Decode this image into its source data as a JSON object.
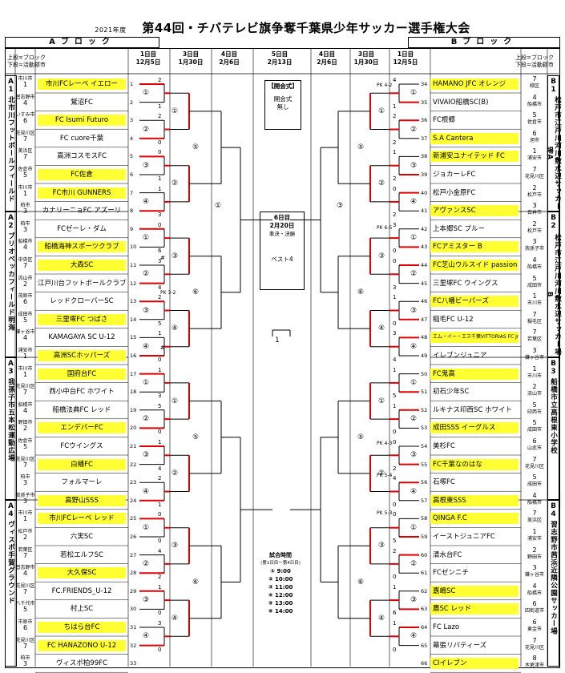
{
  "header": {
    "year": "2021年度",
    "title": "第44回・チバテレビ旗争奪千葉県少年サッカー選手権大会",
    "block_a": "Aブロック",
    "block_b": "Bブロック",
    "legend_left": [
      "上段=ブロック",
      "下段=活動郡市"
    ],
    "legend_right": [
      "上段=ブロック",
      "下段=活動郡市"
    ]
  },
  "rounds": {
    "r1": [
      "1日目",
      "12月5日"
    ],
    "r3": [
      "3日目",
      "1月30日"
    ],
    "r4": [
      "4日目",
      "2月6日"
    ],
    "r5": [
      "5日目",
      "2月13日"
    ]
  },
  "center": {
    "ceremony_box_top": "【開会式】",
    "ceremony_label": "開会式",
    "ceremony_value": "無し",
    "final_day": "6日目",
    "final_date": "2月20日",
    "final_desc": "準決・決勝",
    "best4": "ベスト4",
    "time_header": "試合時間",
    "time_sub": "(第1日目〜第4日目)",
    "times": [
      "① 9:00",
      "② 10:00",
      "③ 11:00",
      "④ 12:00",
      "⑤ 13:00",
      "⑥ 14:00"
    ]
  },
  "blocks_left": [
    {
      "id": "A\n1",
      "venue": "北市川フットボールフィールド"
    },
    {
      "id": "A\n2",
      "venue": "ブリオベッカフィールド明海"
    },
    {
      "id": "A\n3",
      "venue": "我孫子市五本松運動広場"
    },
    {
      "id": "A\n4",
      "venue": "ヴィスポ手賀グラウンド"
    }
  ],
  "blocks_right": [
    {
      "id": "B\n1",
      "venue": "松戸市江戸川河川敷水辺サッカー場A"
    },
    {
      "id": "B\n2",
      "venue": "松戸市江戸川河川敷水辺サッカー場B"
    },
    {
      "id": "B\n3",
      "venue": "船橋市立高根東小学校"
    },
    {
      "id": "B\n4",
      "venue": "習志野市茜浜近隣公園サッカー場"
    }
  ],
  "teams_left": [
    {
      "no": 1,
      "name": "市川FCレーベ イエロー",
      "hl": true,
      "blk": "1",
      "city": "市川市"
    },
    {
      "no": 2,
      "name": "鷲沼FC",
      "hl": false,
      "blk": "4",
      "city": "習志野市"
    },
    {
      "no": 3,
      "name": "FC Isumi Futuro",
      "hl": true,
      "blk": "6",
      "city": "いすみ市"
    },
    {
      "no": 4,
      "name": "FC cuore千葉",
      "hl": false,
      "blk": "7",
      "city": "花見川区"
    },
    {
      "no": 5,
      "name": "高洲コスモスFC",
      "hl": false,
      "blk": "7",
      "city": "美浜区"
    },
    {
      "no": 6,
      "name": "FC佐倉",
      "hl": true,
      "blk": "5",
      "city": "佐倉市"
    },
    {
      "no": 7,
      "name": "FC市川 GUNNERS",
      "hl": true,
      "blk": "1",
      "city": "市川市"
    },
    {
      "no": 8,
      "name": "カナリーニョFC アズーリ",
      "hl": false,
      "blk": "3",
      "city": "柏市"
    },
    {
      "no": 9,
      "name": "FCゼーレ・ダム",
      "hl": false,
      "blk": "3",
      "city": "柏市"
    },
    {
      "no": 10,
      "name": "船橋海神スポーツクラブ",
      "hl": true,
      "blk": "4",
      "city": "船橋市"
    },
    {
      "no": 11,
      "name": "大森SC",
      "hl": true,
      "blk": "7",
      "city": "中央区"
    },
    {
      "no": 12,
      "name": "江戸川台フットボールクラブ",
      "hl": false,
      "blk": "2",
      "city": "流山市"
    },
    {
      "no": 13,
      "name": "レッドクローバーSC",
      "hl": false,
      "blk": "6",
      "city": "茂原市"
    },
    {
      "no": 14,
      "name": "三里塚FC つばさ",
      "hl": true,
      "blk": "5",
      "city": "成田市"
    },
    {
      "no": 15,
      "name": "KAMAGAYA SC U-12",
      "hl": false,
      "blk": "4",
      "city": "鎌ヶ谷市"
    },
    {
      "no": 16,
      "name": "高洲SCホッパーズ",
      "hl": true,
      "blk": "1",
      "city": "浦安市"
    },
    {
      "no": 17,
      "name": "国府台FC",
      "hl": true,
      "blk": "1",
      "city": "市川市"
    },
    {
      "no": 18,
      "name": "西小中台FC ホワイト",
      "hl": false,
      "blk": "7",
      "city": "花見川区"
    },
    {
      "no": 19,
      "name": "船橋法典FC レッド",
      "hl": false,
      "blk": "4",
      "city": "船橋市"
    },
    {
      "no": 20,
      "name": "エンデバーFC",
      "hl": true,
      "blk": "2",
      "city": "野田市"
    },
    {
      "no": 21,
      "name": "FCウイングス",
      "hl": false,
      "blk": "5",
      "city": "佐倉市"
    },
    {
      "no": 22,
      "name": "白幡FC",
      "hl": true,
      "blk": "7",
      "city": "花見川区"
    },
    {
      "no": 23,
      "name": "フォルマーレ",
      "hl": false,
      "blk": "3",
      "city": "柏市"
    },
    {
      "no": 24,
      "name": "高野山SSS",
      "hl": true,
      "blk": "3",
      "city": "我孫子市"
    },
    {
      "no": 25,
      "name": "市川FCレーベ レッド",
      "hl": true,
      "blk": "1",
      "city": "市川市"
    },
    {
      "no": 26,
      "name": "六実SC",
      "hl": false,
      "blk": "2",
      "city": "松戸市"
    },
    {
      "no": 27,
      "name": "若松エルフSC",
      "hl": false,
      "blk": "7",
      "city": "若葉区"
    },
    {
      "no": 28,
      "name": "大久保SC",
      "hl": true,
      "blk": "4",
      "city": "習志野市"
    },
    {
      "no": 29,
      "name": "FC.FRIENDS_U-12",
      "hl": false,
      "blk": "7",
      "city": "花見川区"
    },
    {
      "no": 30,
      "name": "村上SC",
      "hl": false,
      "blk": "5",
      "city": "八千代市"
    },
    {
      "no": 31,
      "name": "ちはら台FC",
      "hl": true,
      "blk": "6",
      "city": "市原市"
    },
    {
      "no": 32,
      "name": "FC HANAZONO U-12",
      "hl": true,
      "blk": "7",
      "city": "花見川区"
    },
    {
      "no": 33,
      "name": "ヴィスポ柏99FC",
      "hl": false,
      "blk": "3",
      "city": "柏市"
    }
  ],
  "teams_right": [
    {
      "no": 34,
      "name": "HAMANO JFC オレンジ",
      "hl": true,
      "blk": "7",
      "city": "緑区",
      "small": false
    },
    {
      "no": 35,
      "name": "VIVAIO船橋SC(B)",
      "hl": false,
      "blk": "4",
      "city": "船橋市",
      "small": false
    },
    {
      "no": 36,
      "name": "FC根郷",
      "hl": false,
      "blk": "5",
      "city": "佐倉市",
      "small": false
    },
    {
      "no": 37,
      "name": "S.A Cantera",
      "hl": true,
      "blk": "6",
      "city": "旭市",
      "small": false
    },
    {
      "no": 38,
      "name": "新浦安ユナイテッド FC",
      "hl": true,
      "blk": "1",
      "city": "浦安市",
      "small": false
    },
    {
      "no": 39,
      "name": "ジョカーレFC",
      "hl": false,
      "blk": "7",
      "city": "花見川区",
      "small": false
    },
    {
      "no": 40,
      "name": "松戸小金原FC",
      "hl": false,
      "blk": "2",
      "city": "松戸市",
      "small": false
    },
    {
      "no": 41,
      "name": "アヴァンスSC",
      "hl": true,
      "blk": "3",
      "city": "白井市",
      "small": false
    },
    {
      "no": 42,
      "name": "上本郷SC ブルー",
      "hl": false,
      "blk": "2",
      "city": "松戸市",
      "small": false
    },
    {
      "no": 43,
      "name": "FCアミスター B",
      "hl": true,
      "blk": "3",
      "city": "我孫子市",
      "small": false
    },
    {
      "no": 44,
      "name": "FC芝山ウルスイド passion",
      "hl": true,
      "blk": "4",
      "city": "船橋市",
      "small": false
    },
    {
      "no": 45,
      "name": "三里塚FC ウイングス",
      "hl": false,
      "blk": "5",
      "city": "成田市",
      "small": false
    },
    {
      "no": 46,
      "name": "FC八幡ビーバーズ",
      "hl": true,
      "blk": "1",
      "city": "市川市",
      "small": false
    },
    {
      "no": 47,
      "name": "稲毛FC U-12",
      "hl": false,
      "blk": "7",
      "city": "稲毛区",
      "small": false
    },
    {
      "no": 48,
      "name": "エム・イー・エス千葉VITTORIAS FC Jr",
      "hl": true,
      "blk": "7",
      "city": "若葉区",
      "small": true
    },
    {
      "no": 49,
      "name": "イレブンジュニア",
      "hl": false,
      "blk": "3",
      "city": "鎌ヶ谷市",
      "small": false
    },
    {
      "no": 50,
      "name": "FC鬼高",
      "hl": true,
      "blk": "1",
      "city": "市川市",
      "small": false
    },
    {
      "no": 51,
      "name": "初石少年SC",
      "hl": false,
      "blk": "2",
      "city": "流山市",
      "small": false
    },
    {
      "no": 52,
      "name": "ルキナス印西SC ホワイト",
      "hl": false,
      "blk": "5",
      "city": "印西市",
      "small": false
    },
    {
      "no": 53,
      "name": "成田SSS イーグルス",
      "hl": true,
      "blk": "5",
      "city": "成田市",
      "small": false
    },
    {
      "no": 54,
      "name": "美杉FC",
      "hl": false,
      "blk": "6",
      "city": "山武市",
      "small": false
    },
    {
      "no": 55,
      "name": "FC千葉なのはな",
      "hl": true,
      "blk": "7",
      "city": "花見川区",
      "small": false
    },
    {
      "no": 56,
      "name": "石塚FC",
      "hl": false,
      "blk": "5",
      "city": "成田市",
      "small": false
    },
    {
      "no": 57,
      "name": "高根東SSS",
      "hl": true,
      "blk": "4",
      "city": "船橋市",
      "small": false
    },
    {
      "no": 58,
      "name": "QINGA F.C",
      "hl": true,
      "blk": "7",
      "city": "美浜区",
      "small": false
    },
    {
      "no": 59,
      "name": "イーストジュニアFC",
      "hl": false,
      "blk": "1",
      "city": "浦安市",
      "small": false
    },
    {
      "no": 60,
      "name": "清水台FC",
      "hl": false,
      "blk": "2",
      "city": "野田市",
      "small": false
    },
    {
      "no": 61,
      "name": "FCゼンニチ",
      "hl": false,
      "blk": "3",
      "city": "鎌ヶ谷市",
      "small": false
    },
    {
      "no": 62,
      "name": "嘉嶋SC",
      "hl": true,
      "blk": "4",
      "city": "船橋市",
      "small": false
    },
    {
      "no": 63,
      "name": "鷹SC レッド",
      "hl": true,
      "blk": "6",
      "city": "四街道市",
      "small": false
    },
    {
      "no": 64,
      "name": "FC Lazo",
      "hl": false,
      "blk": "6",
      "city": "東金市",
      "small": false
    },
    {
      "no": 65,
      "name": "幕張リバティーズ",
      "hl": false,
      "blk": "7",
      "city": "花見川区",
      "small": false
    },
    {
      "no": 66,
      "name": "CIイレブン",
      "hl": true,
      "blk": "8",
      "city": "木更津市",
      "small": false
    }
  ],
  "scores_left": [
    [
      "2",
      "1"
    ],
    [
      "2",
      "0"
    ],
    [
      "0",
      "1"
    ],
    [
      "1",
      "3"
    ],
    [
      "0",
      "6"
    ],
    [
      "3",
      "4"
    ],
    [
      "2",
      "5"
    ],
    [
      "1",
      "0"
    ],
    [
      "1",
      "3"
    ],
    [
      "5",
      "0"
    ],
    [
      "1",
      "4"
    ],
    [
      "2",
      "1"
    ],
    [
      "0",
      "0"
    ],
    [
      "4",
      "2"
    ],
    [
      "1",
      "0"
    ],
    [
      "3",
      "0"
    ],
    [
      "2",
      "1"
    ],
    [
      "3",
      "1"
    ],
    [
      "0",
      "2"
    ],
    [
      "0",
      "1"
    ],
    [
      "2",
      "1"
    ],
    [
      "2",
      "0"
    ],
    [
      "3",
      "3"
    ],
    [
      "1",
      "1"
    ],
    [
      "2",
      "5"
    ],
    [
      "0",
      "5"
    ],
    [
      "2",
      "3"
    ],
    [
      "0",
      "0"
    ],
    [
      "3",
      "1"
    ],
    [
      "0",
      "4"
    ],
    [
      "3",
      "2"
    ],
    [
      "1",
      "2"
    ]
  ],
  "scores_right": [
    [
      "4",
      "1"
    ],
    [
      "2",
      "2"
    ],
    [
      "1",
      "2"
    ],
    [
      "0",
      "2"
    ],
    [
      "3",
      "0"
    ],
    [
      "0",
      "3"
    ],
    [
      "1",
      "0"
    ],
    [
      "3",
      "4"
    ],
    [
      "1",
      "5"
    ],
    [
      "1",
      "0"
    ],
    [
      "0",
      "2"
    ],
    [
      "4",
      "0"
    ],
    [
      "0",
      "5"
    ],
    [
      "2",
      "0"
    ],
    [
      "1",
      "6"
    ],
    [
      "1",
      "0"
    ],
    [
      "0",
      "3"
    ],
    [
      "3",
      "0"
    ],
    [
      "2",
      "0"
    ],
    [
      "1",
      "0"
    ],
    [
      "0",
      "1"
    ],
    [
      "2",
      "1"
    ],
    [
      "2",
      "1"
    ],
    [
      "0",
      "1"
    ],
    [
      "1",
      "5"
    ],
    [
      "0",
      "1"
    ],
    [
      "2",
      "0"
    ],
    [
      "0",
      "1"
    ],
    [
      "2",
      "2"
    ],
    [
      "1",
      "4"
    ],
    [
      "0",
      "3"
    ],
    [
      "0",
      "1"
    ]
  ],
  "pk_labels": {
    "left": [
      "PK 3-2"
    ],
    "right": [
      "PK 4-2",
      "PK 6-5",
      "PK 4-3",
      "PK 5-4",
      "PK 5-3"
    ]
  },
  "marks": {
    "hash": "#"
  },
  "match_nums": {
    "left_r1": [
      "①",
      "②",
      "③",
      "④"
    ],
    "left_r3": [
      "①",
      "②",
      "③",
      "④"
    ],
    "left_r4": [
      "⑤",
      "⑥"
    ],
    "left_r5": [
      "①"
    ],
    "right_r1": [
      "①",
      "②",
      "③",
      "④"
    ],
    "right_r3": [
      "①",
      "②",
      "③",
      "④"
    ],
    "right_r4": [
      "⑤",
      "⑥"
    ],
    "right_r5": [
      "③"
    ],
    "center": [
      "⑤",
      "⑥",
      "1",
      "②",
      "④",
      "⑤",
      "⑥",
      "⑤",
      "⑥"
    ]
  }
}
